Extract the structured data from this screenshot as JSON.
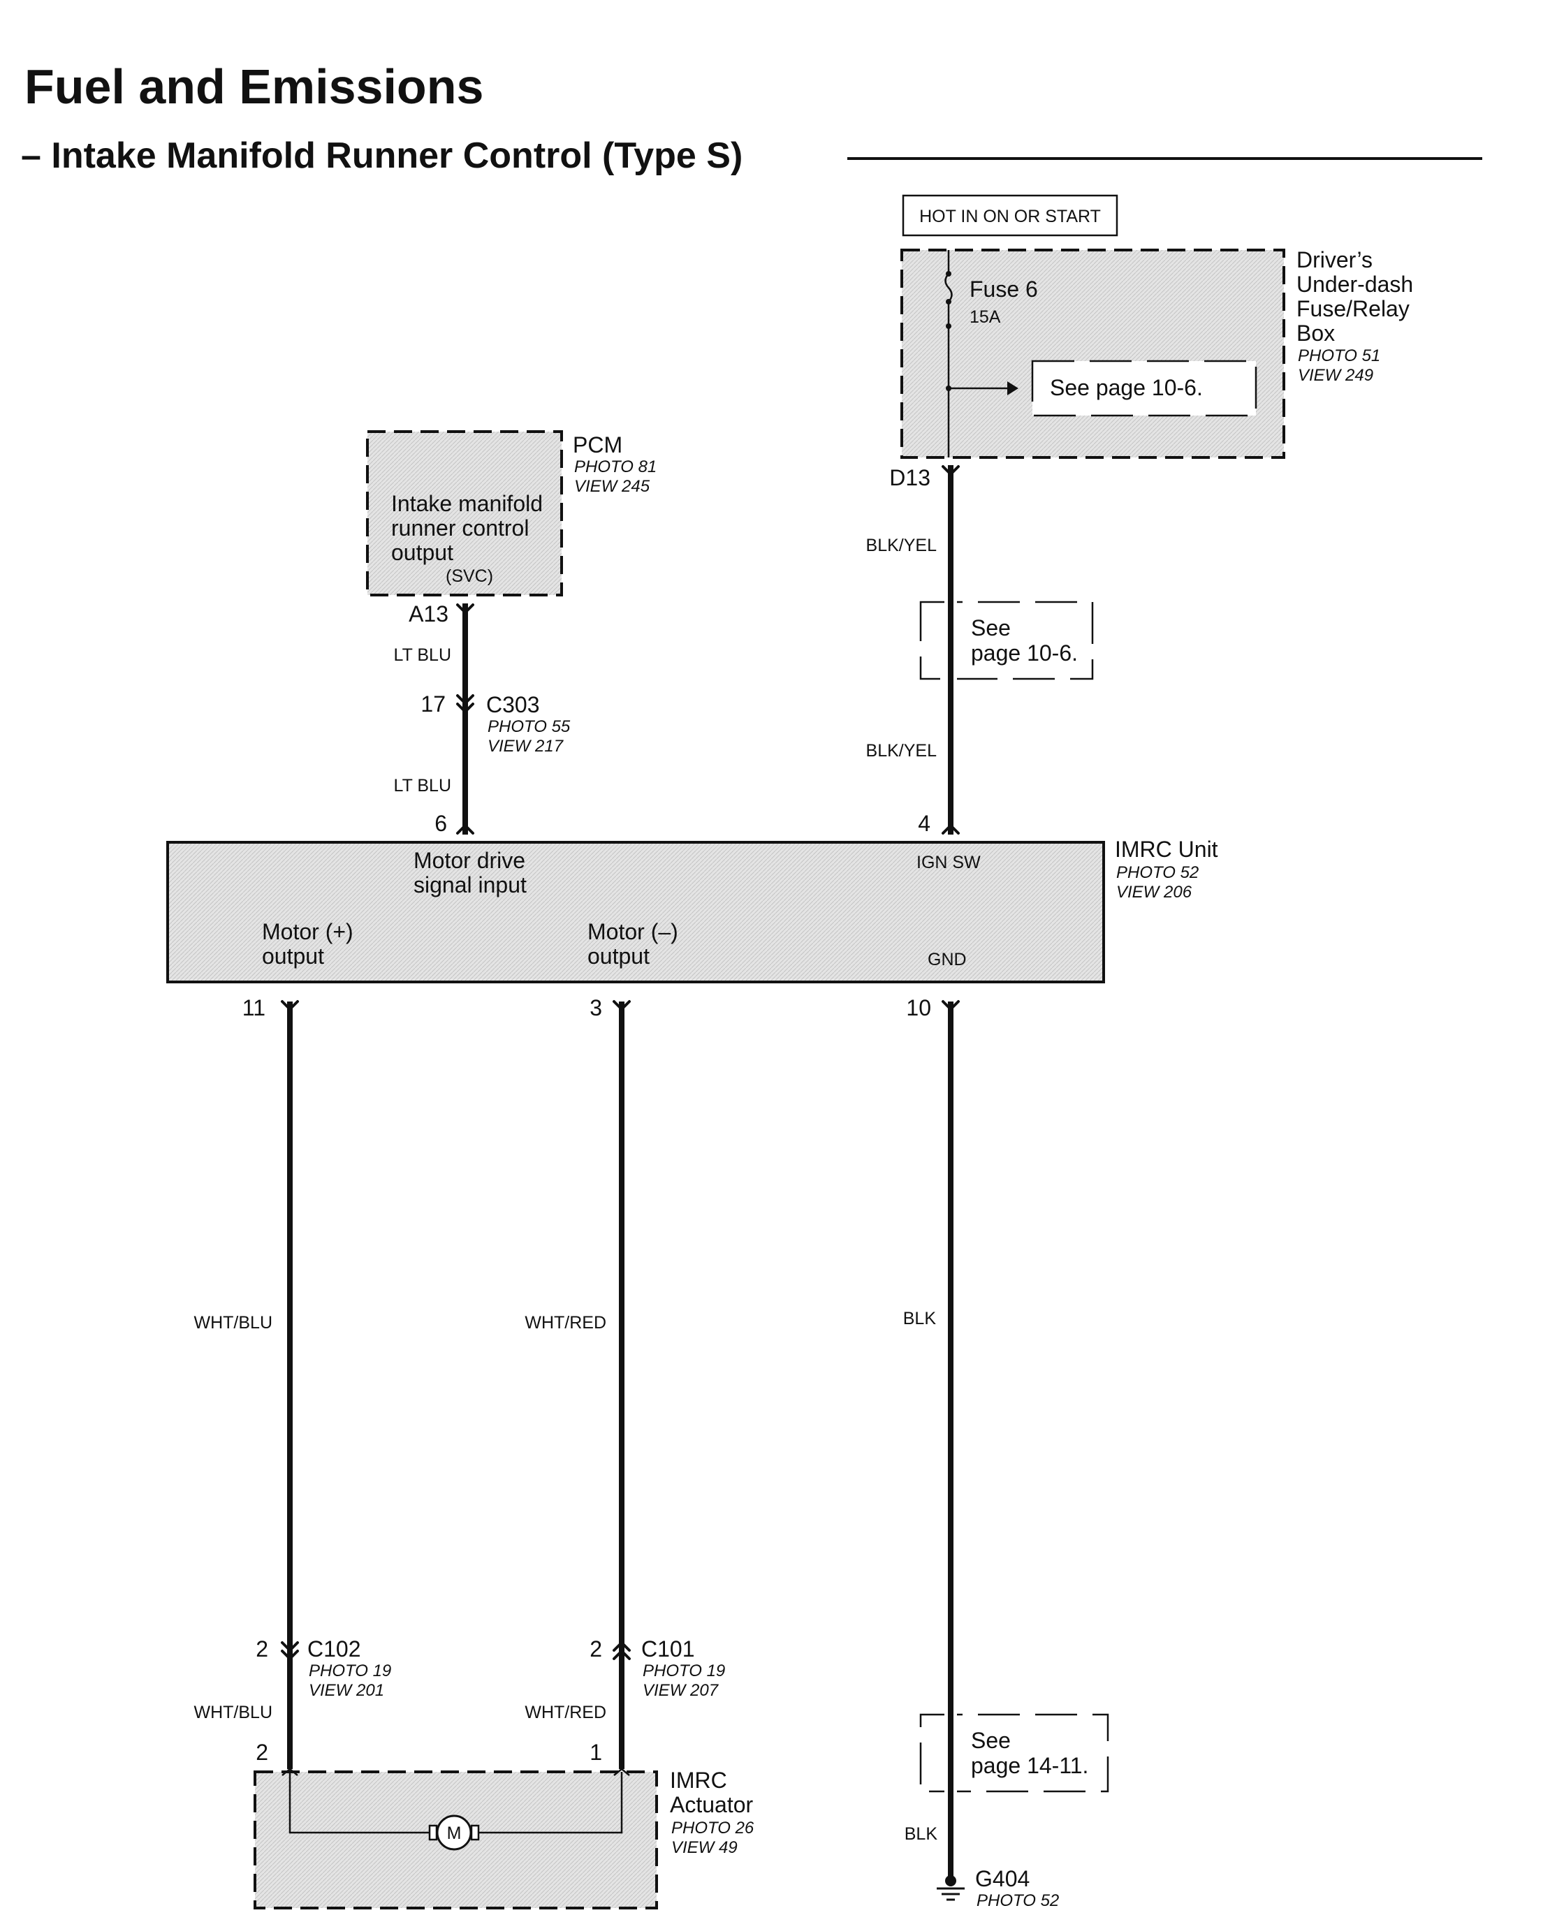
{
  "header": {
    "title": "Fuel and Emissions",
    "subtitle": "– Intake Manifold Runner Control (Type S)"
  },
  "power": {
    "hot_label": "HOT IN ON OR START",
    "fuse_name": "Fuse 6",
    "fuse_rating": "15A",
    "see_page": "See page 10-6.",
    "box_name_lines": [
      "Driver’s",
      "Under-dash",
      "Fuse/Relay",
      "Box"
    ],
    "box_photo": "PHOTO 51",
    "box_view": "VIEW 249",
    "pin": "D13"
  },
  "pcm": {
    "name": "PCM",
    "photo": "PHOTO 81",
    "view": "VIEW 245",
    "function_lines": [
      "Intake manifold",
      "runner control",
      "output"
    ],
    "function_note": "(SVC)",
    "pin": "A13"
  },
  "wires": {
    "blk_yel_upper": "BLK/YEL",
    "blk_yel_lower": "BLK/YEL",
    "lt_blu_upper": "LT BLU",
    "lt_blu_lower": "LT BLU",
    "wht_blu": "WHT/BLU",
    "wht_red": "WHT/RED",
    "blk": "BLK",
    "wht_blu_lower": "WHT/BLU",
    "wht_red_lower": "WHT/RED",
    "blk_lower": "BLK"
  },
  "refs": {
    "see_10_6_line1": "See",
    "see_10_6_line2": "page 10-6.",
    "see_14_11_line1": "See",
    "see_14_11_line2": "page 14-11."
  },
  "c303": {
    "pin": "17",
    "name": "C303",
    "photo": "PHOTO 55",
    "view": "VIEW 217"
  },
  "imrc_unit": {
    "name": "IMRC Unit",
    "photo": "PHOTO 52",
    "view": "VIEW 206",
    "pin_signal": "6",
    "pin_ign": "4",
    "signal_lines": [
      "Motor drive",
      "signal input"
    ],
    "ign_label": "IGN SW",
    "motor_plus_lines": [
      "Motor (+)",
      "output"
    ],
    "motor_minus_lines": [
      "Motor (–)",
      "output"
    ],
    "gnd_label": "GND",
    "pin_motor_plus": "11",
    "pin_motor_minus": "3",
    "pin_gnd": "10"
  },
  "c102": {
    "pin": "2",
    "name": "C102",
    "photo": "PHOTO 19",
    "view": "VIEW 201"
  },
  "c101": {
    "pin": "2",
    "name": "C101",
    "photo": "PHOTO 19",
    "view": "VIEW 207"
  },
  "actuator": {
    "name_lines": [
      "IMRC",
      "Actuator"
    ],
    "photo": "PHOTO 26",
    "view": "VIEW 49",
    "pin_left": "2",
    "pin_right": "1",
    "motor_symbol": "M"
  },
  "ground": {
    "name": "G404",
    "photo": "PHOTO 52"
  }
}
